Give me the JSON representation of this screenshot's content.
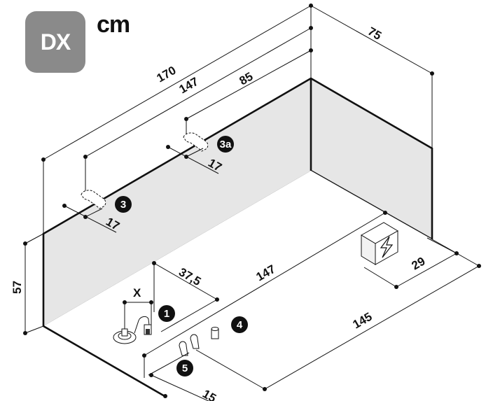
{
  "badge": {
    "label": "DX"
  },
  "unit": "cm",
  "dimensions": {
    "length_total": "170",
    "length_inner": "147",
    "spout_offset": "85",
    "depth": "75",
    "height": "57",
    "spout_3a_gap": "17",
    "spout_3_gap": "17",
    "drain_offset": "37,5",
    "floor_length": "147",
    "drain_x": "X",
    "box_offset": "29",
    "floor_145": "145",
    "pipe_offset": "15"
  },
  "markers": {
    "m1": "1",
    "m3": "3",
    "m3a": "3a",
    "m4": "4",
    "m5": "5"
  },
  "icons": {
    "electrical": "lightning-bolt"
  }
}
